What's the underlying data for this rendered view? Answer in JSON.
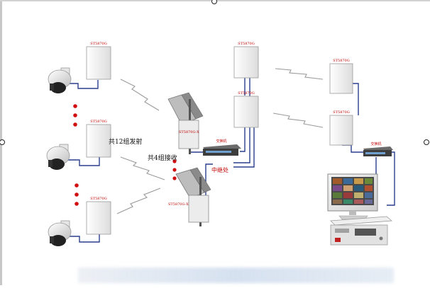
{
  "labels": {
    "panel_model": "ST5870G",
    "panel_model_tx": "ST5870G-X",
    "switch": "交换机",
    "transmit_group": "共12组发射",
    "receive_group": "共4组接收",
    "relay": "中继处"
  },
  "colors": {
    "panel": "#f2f2f2",
    "panel_stroke": "#9a9a9a",
    "cable": "#2a3f8f",
    "red_text": "#c00000",
    "dot": "#d01010",
    "camera_dark": "#222222"
  }
}
